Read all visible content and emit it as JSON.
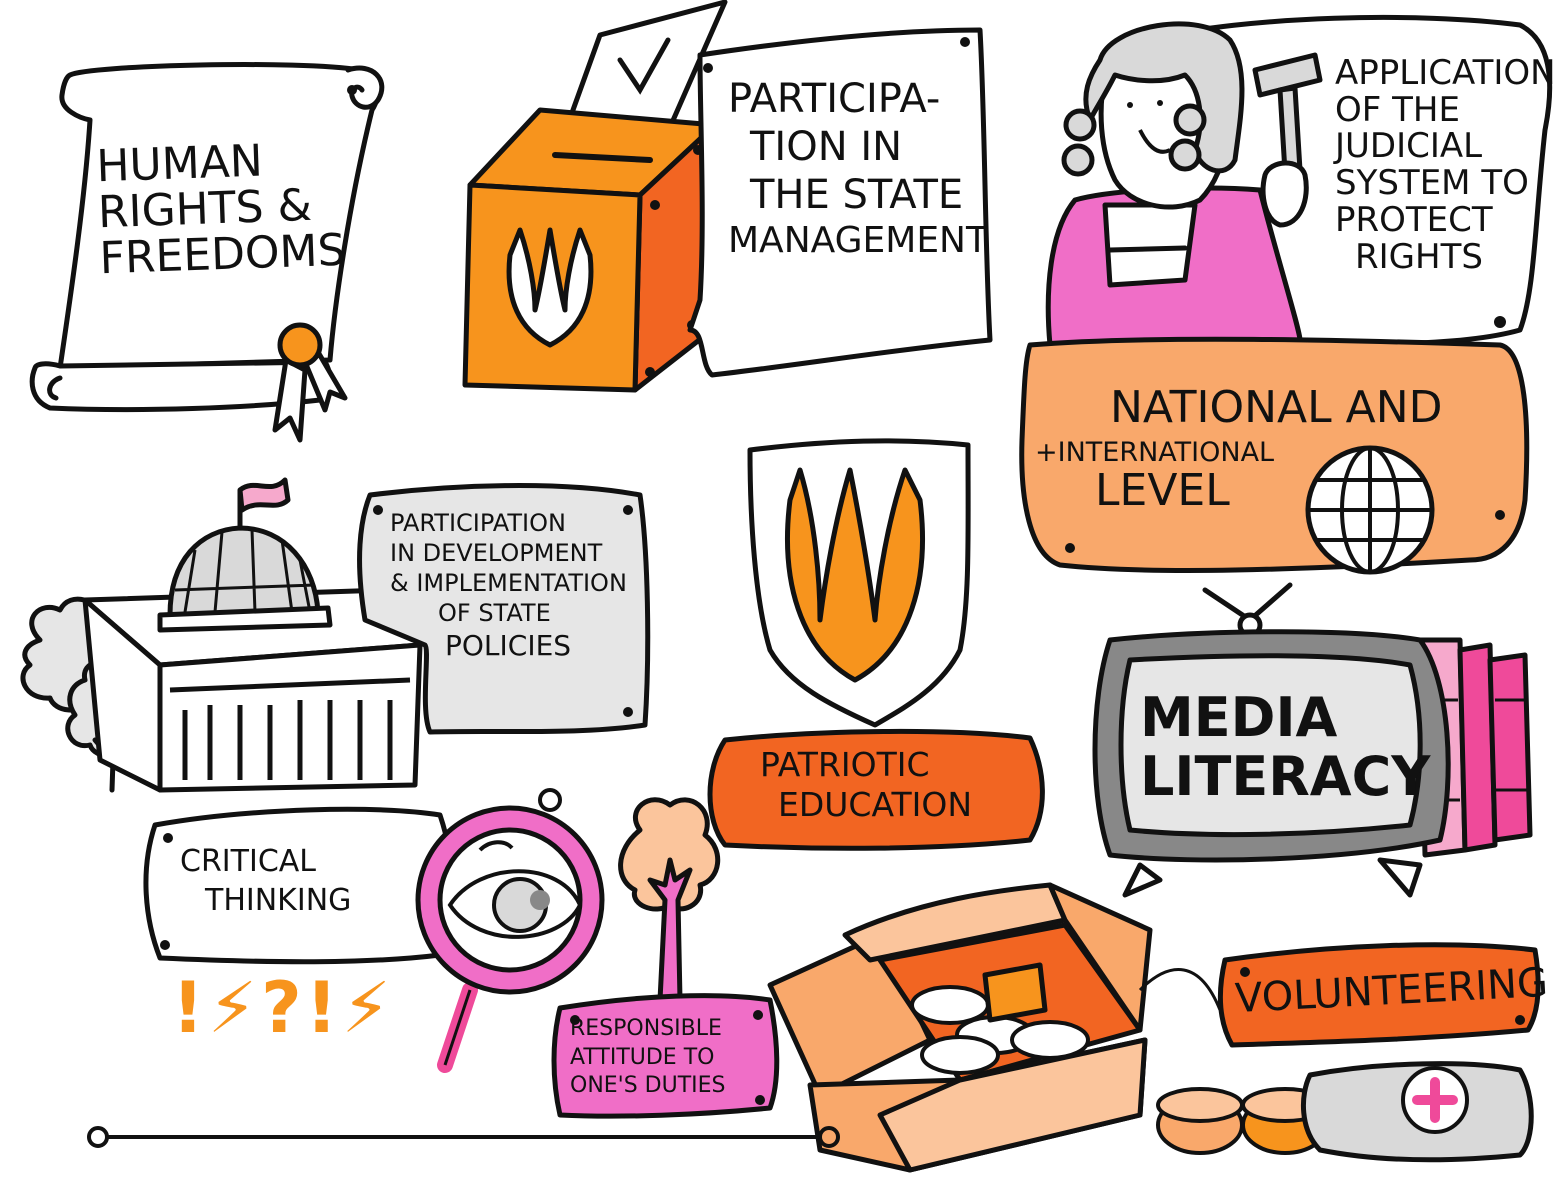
{
  "colors": {
    "orange": "#f7941d",
    "deep_orange": "#f26522",
    "light_orange": "#f9a86b",
    "peach": "#fbc59c",
    "pink": "#f06ec7",
    "hot_pink": "#ef4a9a",
    "light_pink": "#f6a9cc",
    "grey": "#d9d9d9",
    "light_grey": "#e6e6e6",
    "ink": "#111111"
  },
  "blocks": {
    "human_rights": [
      "HUMAN",
      "RIGHTS &",
      "FREEDOMS"
    ],
    "state_management": [
      "PARTICIPA-",
      "TION IN",
      "THE STATE",
      "MANAGEMENT"
    ],
    "judicial": [
      "APPLICATION",
      "OF THE",
      "JUDICIAL",
      "SYSTEM TO",
      "PROTECT",
      "RIGHTS"
    ],
    "national_international": {
      "line1": "NATIONAL AND",
      "line2": "+INTERNATIONAL",
      "line3": "LEVEL"
    },
    "state_policies": [
      "PARTICIPATION",
      "IN DEVELOPMENT",
      "& IMPLEMENTATION",
      "OF STATE",
      "POLICIES"
    ],
    "patriotic_education": [
      "PATRIOTIC",
      "EDUCATION"
    ],
    "media_literacy": [
      "MEDIA",
      "LITERACY"
    ],
    "critical_thinking": [
      "CRITICAL",
      "THINKING"
    ],
    "thinking_marks": "!⚡?!⚡",
    "responsible_attitude": [
      "RESPONSIBLE",
      "ATTITUDE TO",
      "ONE'S DUTIES"
    ],
    "volunteering": "VOLUNTEERING"
  },
  "icons": [
    "scroll-icon",
    "wax-seal-icon",
    "ballot-box-icon",
    "ballot-paper-icon",
    "trident-icon",
    "judge-icon",
    "gavel-icon",
    "globe-icon",
    "parliament-building-icon",
    "flag-icon",
    "tree-icon",
    "shield-trident-icon",
    "tv-icon",
    "books-icon",
    "magnifier-eye-icon",
    "lightning-icon",
    "question-icon",
    "exclamation-icon",
    "pink-tree-icon",
    "donation-box-icon",
    "bandage-roll-icon",
    "first-aid-kit-icon",
    "timeline-line"
  ]
}
